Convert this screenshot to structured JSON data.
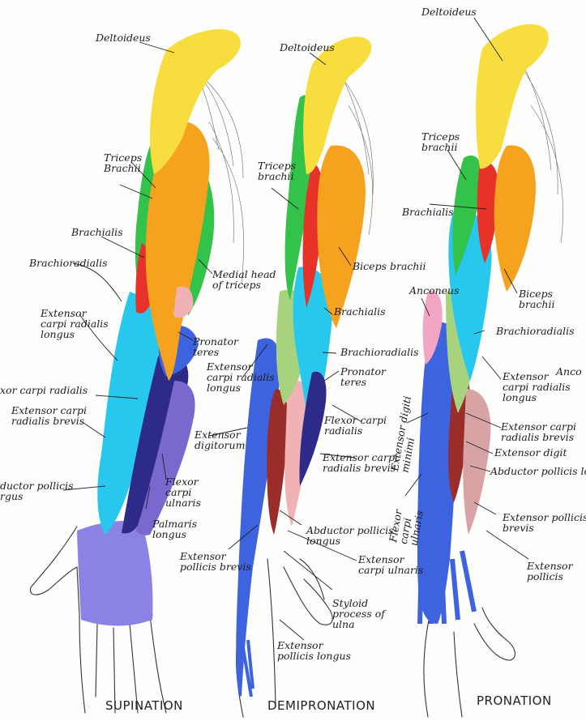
{
  "colors": {
    "deltoid": "#f7dd3e",
    "biceps": "#f5a31e",
    "triceps": "#33c24a",
    "brachialis": "#e63228",
    "brachioradialis": "#28c8ee",
    "extensor_carpi_radialis_longus": "#a7d37f",
    "extensor_digitorum": "#3d63de",
    "flexor_carpi_radialis": "#9a2d2a",
    "flexor_carpi_ulnaris": "#7b68ce",
    "palm_fascia": "#8b82e6",
    "pronator_teres": "#f0b2b5",
    "dark_purple": "#2e2a8a",
    "anconeus": "#f2a6c4"
  },
  "figures": {
    "supination": {
      "caption": "SUPINATION",
      "labels": [
        "Deltoideus",
        "Triceps\nBrachii",
        "Brachialis",
        "Brachioradialis",
        "Medial head\nof triceps",
        "Extensor\ncarpi radialis\nlongus",
        "Pronator\nteres",
        "xor carpi radialis",
        "Extensor carpi\nradialis brevis",
        "ductor pollicis\nrgus",
        "Flexor\ncarpi\nulnaris",
        "Palmaris\nlongus"
      ]
    },
    "demipronation": {
      "caption": "DEMIPRONATION",
      "labels": [
        "Deltoideus",
        "Triceps\nbrachii",
        "Biceps brachii",
        "Brachialis",
        "Brachioradialis",
        "Extensor\ncarpi radialis\nlongus",
        "Pronator\nteres",
        "Extensor\ndigitorum",
        "Flexor carpi\nradialis",
        "Extensor carpi\nradialis brevis",
        "Abductor pollicis\nlongus",
        "Extensor\npollicis brevis",
        "Extensor\ncarpi ulnaris",
        "Styloid\nprocess of\nulna",
        "Extensor\npollicis longus"
      ]
    },
    "pronation": {
      "caption": "PRONATION",
      "labels": [
        "Deltoideus",
        "Triceps\nbrachii",
        "Brachialis",
        "Biceps\nbrachii",
        "Anconeus",
        "Brachioradialis",
        "Extensor\ncarpi radialis\nlongus",
        "Anco",
        "Extensor digiti\nminimi",
        "Extensor carpi\nradialis brevis",
        "Extensor digit",
        "Abductor pollicis lo",
        "Flexor\ncarpi\nulnaris",
        "Extensor pollicis\nbrevis",
        "Extensor\npollicis"
      ]
    }
  }
}
